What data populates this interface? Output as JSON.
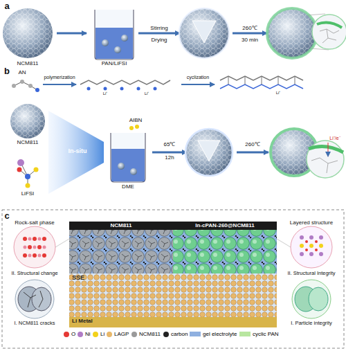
{
  "diagram": {
    "nodes": [
      {
        "text": [
          "NCM811"
        ]
      },
      {
        "text": [
          "In-cPAN-260@NCM811"
        ]
      },
      {
        "text": [
          "SSE"
        ]
      },
      {
        "text": [
          "Li Metal"
        ]
      }
    ],
    "labels": [
      "a",
      "NCM811",
      "PAN/LiFSI",
      "Stirring",
      "Drying",
      "260℃",
      "30 min",
      "b",
      "AN",
      "polymerization",
      "cyclization",
      "Li⁺",
      "Li⁺",
      "Li⁺",
      "NCM811",
      "In-situ",
      "LiFSI",
      "AIBN",
      "DME",
      "65℃",
      "12h",
      "260℃",
      "Li⁺/e⁻",
      "c",
      "Rock-salt phase",
      "II. Structural change",
      "I. NCM811 cracks",
      "Layered structure",
      "II. Structural Integrity",
      "I. Particle integrity"
    ],
    "legend": [
      {
        "text": "O",
        "color": "#e53935"
      },
      {
        "text": "Ni",
        "color": "#b07cc6"
      },
      {
        "text": "Li",
        "color": "#f2d21b"
      },
      {
        "text": "LAGP",
        "color": "#e8b86a"
      },
      {
        "text": "NCM811",
        "color": "#9a9a9a"
      },
      {
        "text": "carbon",
        "color": "#222222"
      },
      {
        "text": "gel electrolyte",
        "color": "#8fb0e0"
      },
      {
        "text": "cyclic PAN",
        "color": "#b8e6a0"
      }
    ]
  }
}
